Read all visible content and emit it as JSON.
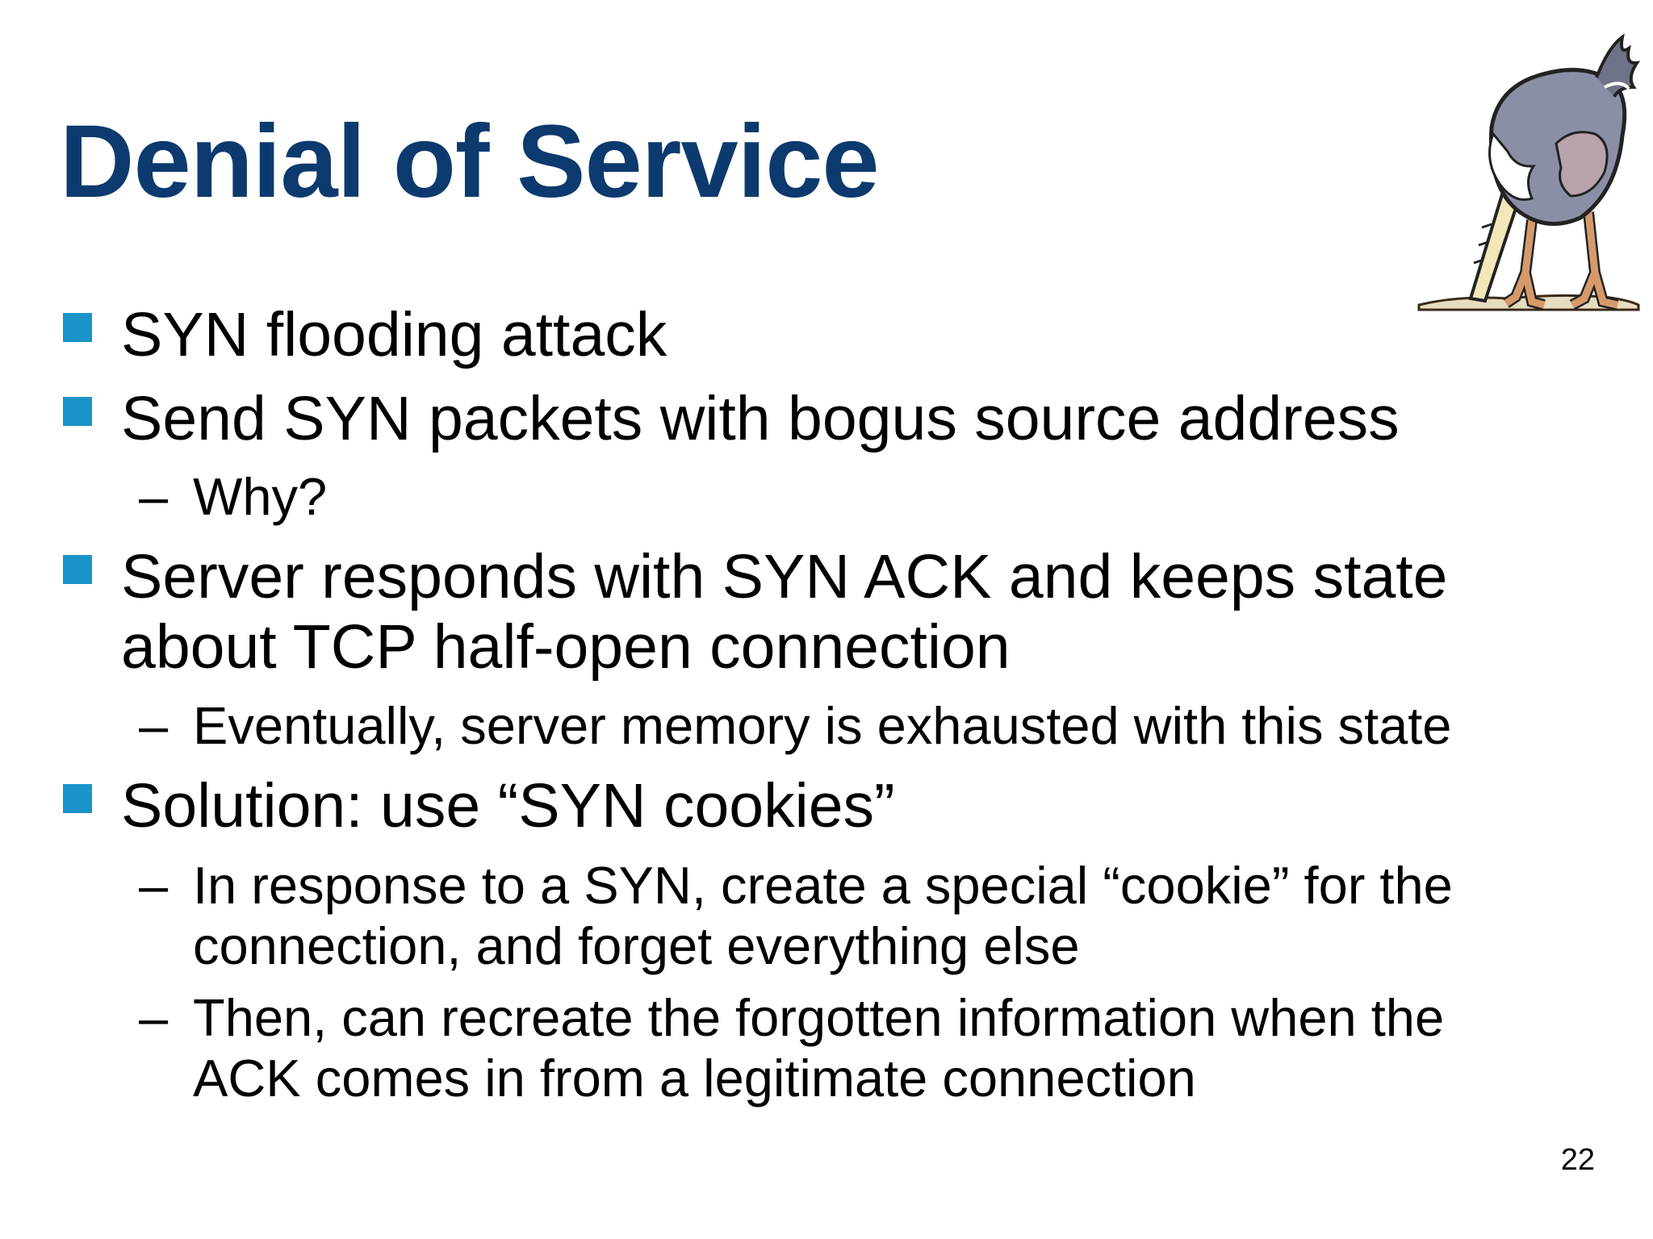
{
  "slide": {
    "title": "Denial of Service",
    "page_number": "22",
    "illustration": "ostrich-head-in-sand-icon",
    "colors": {
      "title": "#0d3a6e",
      "bullet_marker": "#1a94c8",
      "text": "#000000"
    },
    "bullets": [
      {
        "text": "SYN flooding attack"
      },
      {
        "text": "Send SYN packets with bogus source address"
      },
      {
        "text": "Why?"
      },
      {
        "line1": "Server responds with SYN ACK and keeps state",
        "line2": "about TCP half-open connection"
      },
      {
        "text": "Eventually, server memory is exhausted with this state"
      },
      {
        "text": "Solution: use “SYN cookies”"
      },
      {
        "line1": "In response to a SYN, create a special “cookie” for the",
        "line2": "connection, and forget everything else"
      },
      {
        "line1": "Then, can recreate the forgotten information when the",
        "line2": "ACK comes in from a legitimate connection"
      }
    ],
    "dash": "–"
  }
}
